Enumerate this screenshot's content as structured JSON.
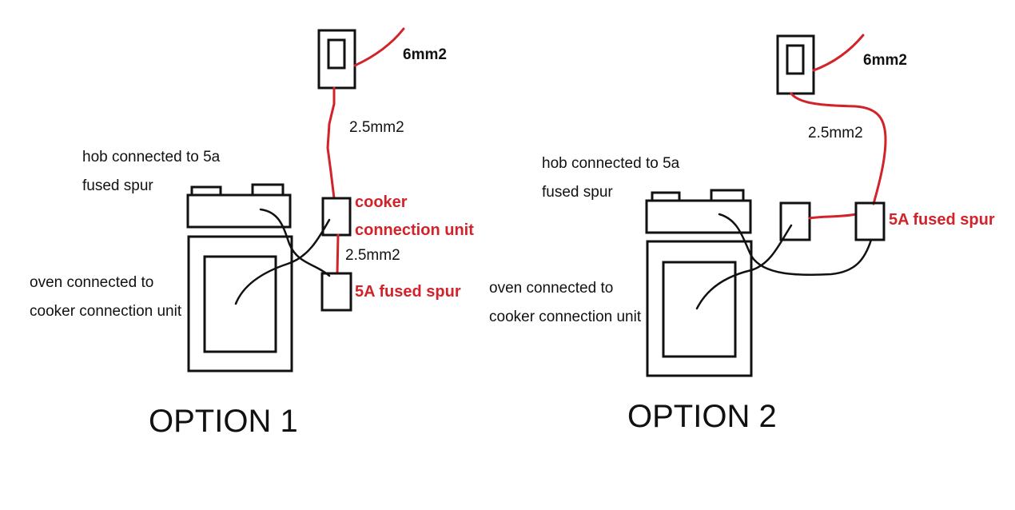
{
  "colors": {
    "live_wire": "#d2232a",
    "neutral": "#111111"
  },
  "option1": {
    "title": "OPTION 1",
    "cable_main": "6mm2",
    "cable_upper": "2.5mm2",
    "cable_lower": "2.5mm2",
    "ccu_label_line1": "cooker",
    "ccu_label_line2": "connection unit",
    "spur_label": "5A fused spur",
    "hob_note_line1": "hob connected to 5a",
    "hob_note_line2": "fused spur",
    "oven_note_line1": "oven connected to",
    "oven_note_line2": "cooker connection unit"
  },
  "option2": {
    "title": "OPTION 2",
    "cable_main": "6mm2",
    "cable_upper": "2.5mm2",
    "spur_label": "5A fused spur",
    "hob_note_line1": "hob connected to 5a",
    "hob_note_line2": "fused spur",
    "oven_note_line1": "oven connected to",
    "oven_note_line2": "cooker connection unit"
  }
}
